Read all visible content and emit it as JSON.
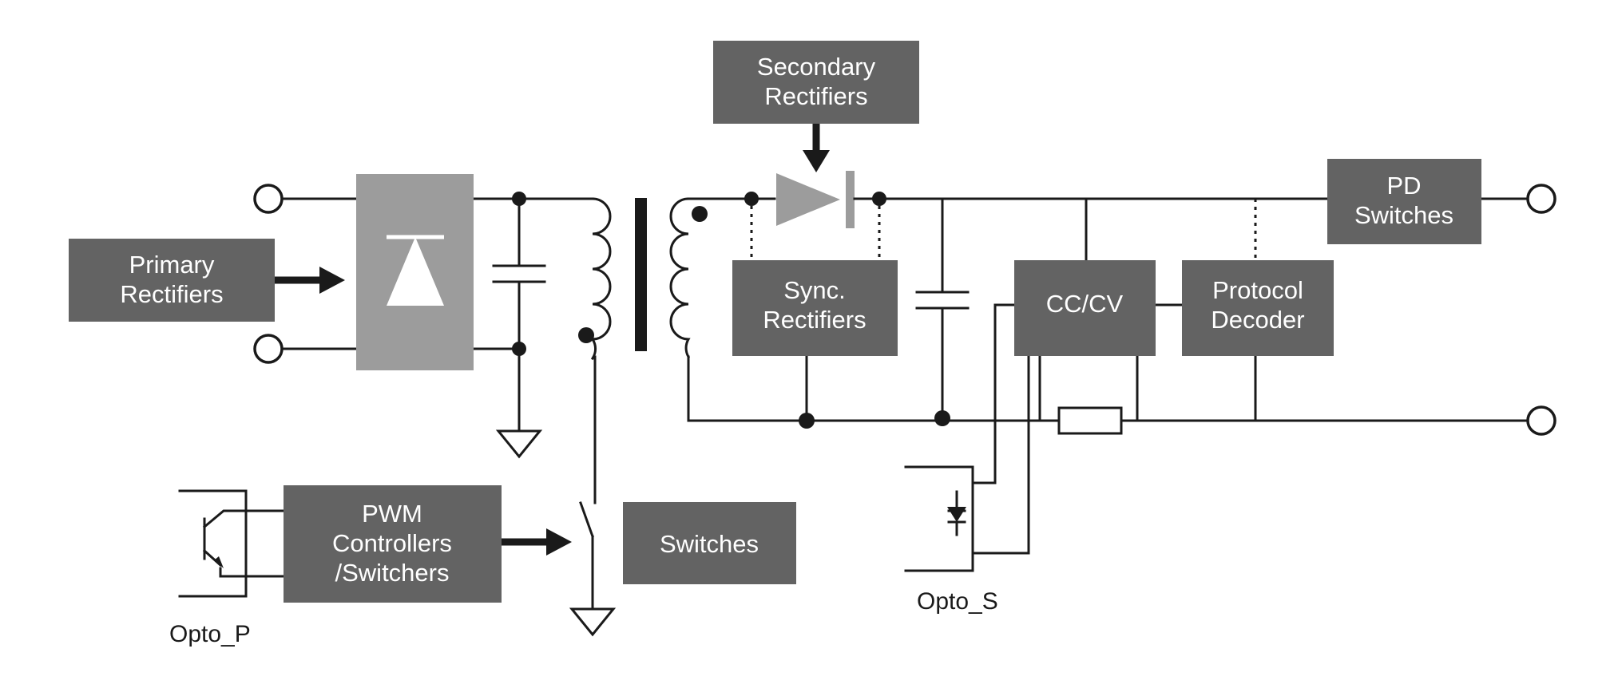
{
  "blocks": {
    "secondary_rectifiers": [
      "Secondary",
      "Rectifiers"
    ],
    "primary_rectifiers": [
      "Primary",
      "Rectifiers"
    ],
    "sync_rectifiers": [
      "Sync.",
      "Rectifiers"
    ],
    "cc_cv": "CC/CV",
    "protocol_decoder": [
      "Protocol",
      "Decoder"
    ],
    "pd_switches": [
      "PD",
      "Switches"
    ],
    "pwm_controllers": [
      "PWM",
      "Controllers",
      "/Switchers"
    ],
    "switches": "Switches"
  },
  "captions": {
    "opto_p": "Opto_P",
    "opto_s": "Opto_S"
  },
  "colors": {
    "block_dark": "#636363",
    "block_light": "#9c9c9c",
    "wire": "#1a1a1a"
  }
}
